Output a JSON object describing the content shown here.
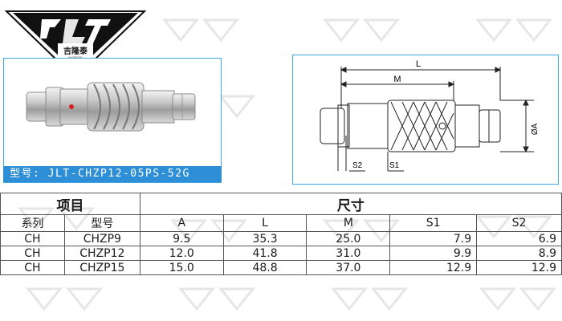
{
  "brand": {
    "logo_letters": "JLT",
    "name_cn": "吉隆泰",
    "name_en": "JILONGTAI"
  },
  "product": {
    "model_label": "型号: JLT-CHZP12-05PS-52G"
  },
  "drawing": {
    "label_L": "L",
    "label_M": "M",
    "label_A": "ØA",
    "label_S1": "S1",
    "label_S2": "S2"
  },
  "table": {
    "group_headers": {
      "item": "项目",
      "size": "尺寸"
    },
    "columns": [
      "系列",
      "型号",
      "A",
      "L",
      "M",
      "S1",
      "S2"
    ],
    "rows": [
      [
        "CH",
        "CHZP9",
        "9.5",
        "35.3",
        "25.0",
        "7.9",
        "6.9"
      ],
      [
        "CH",
        "CHZP12",
        "12.0",
        "41.8",
        "31.0",
        "9.9",
        "8.9"
      ],
      [
        "CH",
        "CHZP15",
        "15.0",
        "48.8",
        "37.0",
        "12.9",
        "12.9"
      ]
    ]
  },
  "colors": {
    "accent": "#2f8fd6",
    "border": "#3da8e0",
    "watermark": "#e3e3e3"
  },
  "icons": {
    "logo": "jlt-logo-icon",
    "connector_photo": "connector-photo",
    "connector_drawing": "connector-drawing"
  }
}
